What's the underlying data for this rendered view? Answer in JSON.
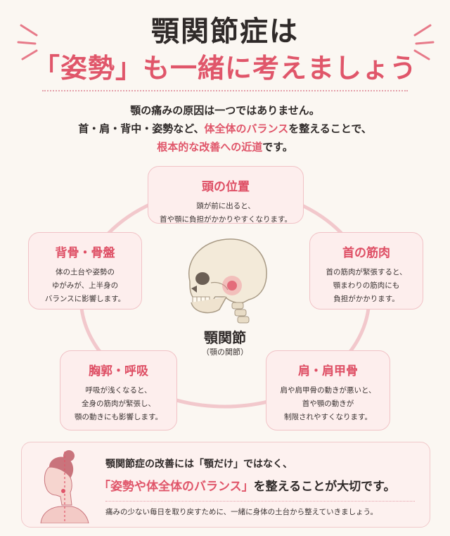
{
  "header": {
    "title_line1": "顎関節症は",
    "title_line2": "「姿勢」も一緒に考えましょう"
  },
  "intro": {
    "line1": "顎の痛みの原因は一つではありません。",
    "line2_pre": "首・肩・背中・姿勢など、",
    "line2_hl": "体全体のバランス",
    "line2_post": "を整えることで、",
    "line3_hl": "根本的な改善への近道",
    "line3_post": "です。"
  },
  "center": {
    "title": "顎関節",
    "subtitle": "（顎の関節）"
  },
  "nodes": {
    "head": {
      "title": "頭の位置",
      "lines": [
        "頭が前に出ると、",
        "首や顎に負担がかかりやすくなります。"
      ]
    },
    "neck": {
      "title": "首の筋肉",
      "lines": [
        "首の筋肉が緊張すると、",
        "顎まわりの筋肉にも",
        "負担がかかります。"
      ]
    },
    "shoulder": {
      "title": "肩・肩甲骨",
      "lines": [
        "肩や肩甲骨の動きが悪いと、",
        "首や顎の動きが",
        "制限されやすくなります。"
      ]
    },
    "chest": {
      "title": "胸郭・呼吸",
      "lines": [
        "呼吸が浅くなると、",
        "全身の筋肉が緊張し、",
        "顎の動きにも影響します。"
      ]
    },
    "spine": {
      "title": "背骨・骨盤",
      "lines": [
        "体の土台や姿勢の",
        "ゆがみが、上半身の",
        "バランスに影響します。"
      ]
    }
  },
  "bottom": {
    "line1": "顎関節症の改善には「顎だけ」ではなく、",
    "line2_hl": "「姿勢や体全体のバランス」",
    "line2_post": "を整えることが大切です。",
    "line3": "痛みの少ない毎日を取り戻すために、一緒に身体の土台から整えていきましょう。"
  },
  "colors": {
    "accent": "#e0566a",
    "node_bg": "#fdeeed",
    "page_bg": "#fbf7f2"
  }
}
